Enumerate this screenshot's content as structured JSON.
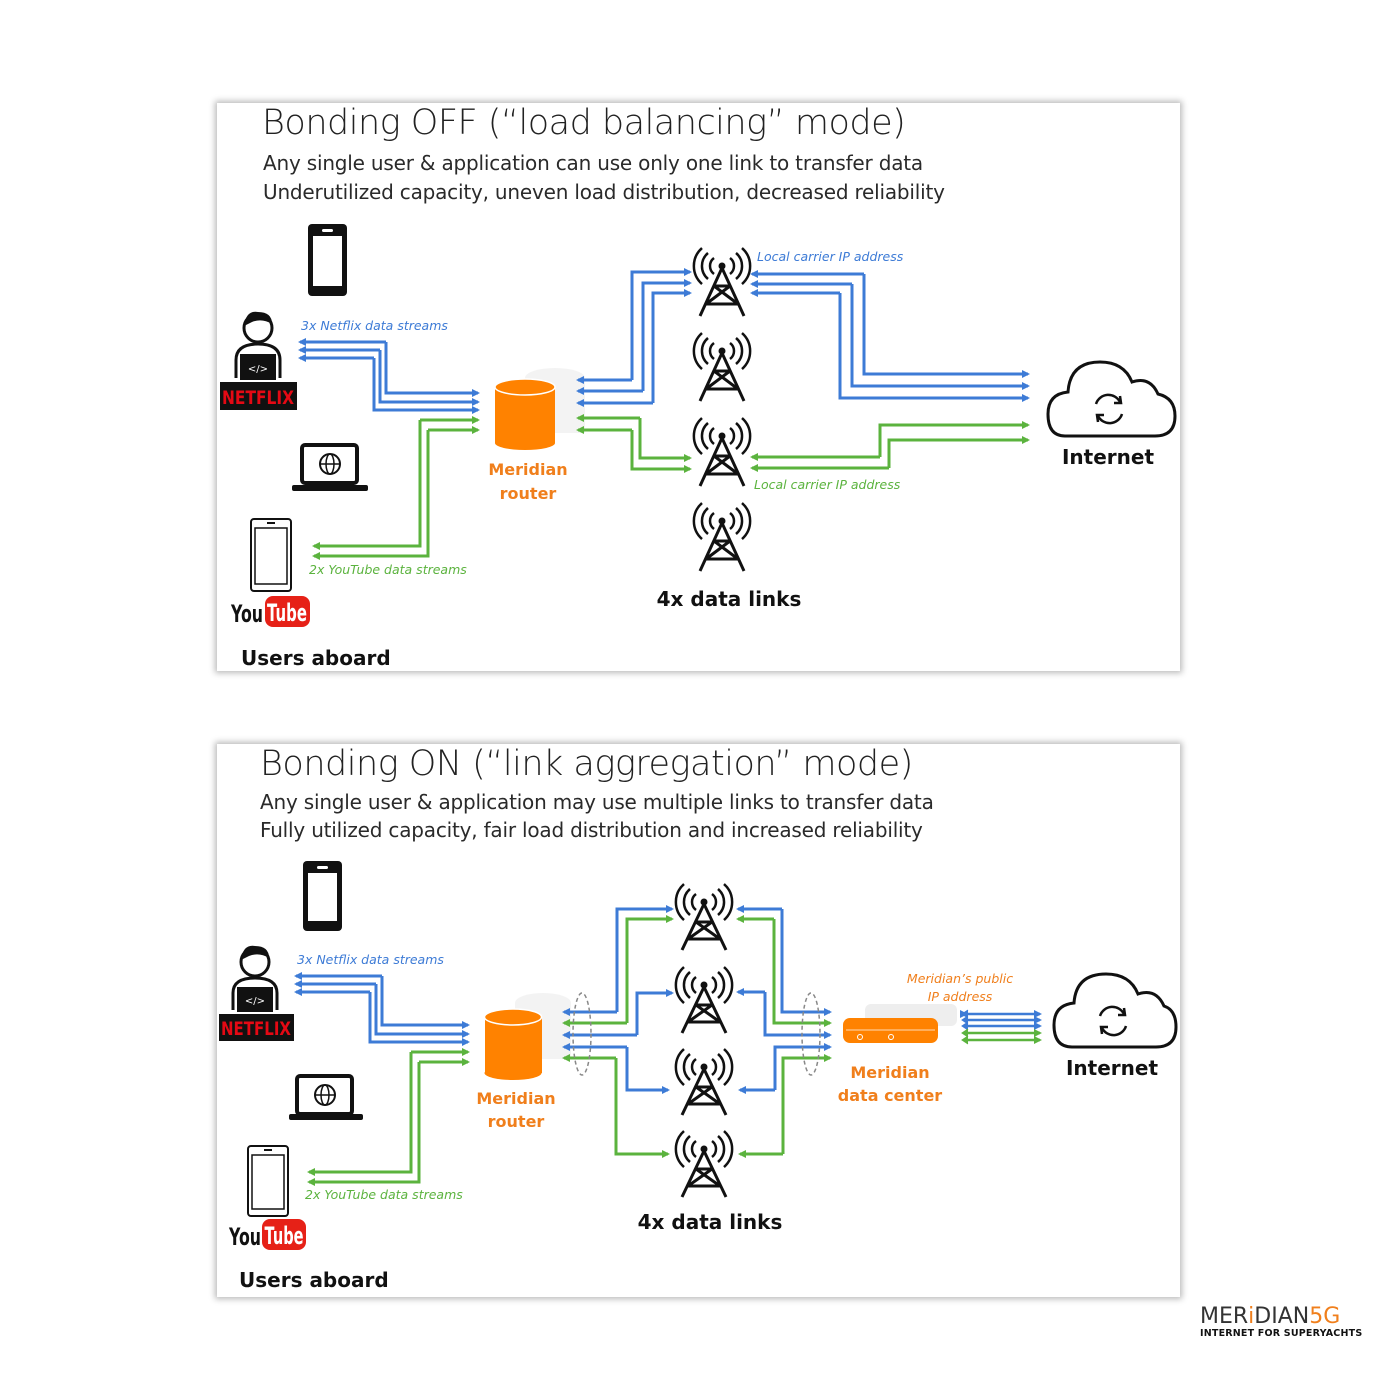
{
  "top_panel": {
    "title": "Bonding OFF (“load balancing” mode)",
    "subtitle_line1": "Any single user & application can use only one link to transfer data",
    "subtitle_line2": "Underutilized capacity, uneven load distribution, decreased reliability",
    "netflix_streams_label": "3x Netflix data streams",
    "youtube_streams_label": "2x YouTube data streams",
    "netflix_logo": "NETFLIX",
    "youtube_logo_you": "You",
    "youtube_logo_tube": "Tube",
    "users_label": "Users aboard",
    "router_label_line1": "Meridian",
    "router_label_line2": "router",
    "links_label": "4x data links",
    "carrier_ip_label_blue": "Local carrier IP address",
    "carrier_ip_label_green": "Local carrier IP address",
    "internet_label": "Internet"
  },
  "bottom_panel": {
    "title": "Bonding ON (“link aggregation” mode)",
    "subtitle_line1": "Any single user & application may use multiple links to transfer data",
    "subtitle_line2": "Fully utilized capacity, fair load distribution and increased reliability",
    "netflix_streams_label": "3x Netflix data streams",
    "youtube_streams_label": "2x YouTube data streams",
    "netflix_logo": "NETFLIX",
    "youtube_logo_you": "You",
    "youtube_logo_tube": "Tube",
    "users_label": "Users aboard",
    "router_label_line1": "Meridian",
    "router_label_line2": "router",
    "links_label": "4x data links",
    "public_ip_label_line1": "Meridian’s public",
    "public_ip_label_line2": "IP address",
    "datacenter_label_line1": "Meridian",
    "datacenter_label_line2": "data center",
    "internet_label": "Internet"
  },
  "logo": {
    "brand_a": "MER",
    "brand_i": "i",
    "brand_b": "DIAN",
    "brand_5g": "5G",
    "tagline": "INTERNET FOR SUPERYACHTS"
  },
  "colors": {
    "netflix_stream": "#3d7bd6",
    "youtube_stream": "#5bb33e",
    "meridian_orange": "#f07f1c",
    "netflix_red": "#e50914",
    "youtube_red": "#e62117"
  }
}
